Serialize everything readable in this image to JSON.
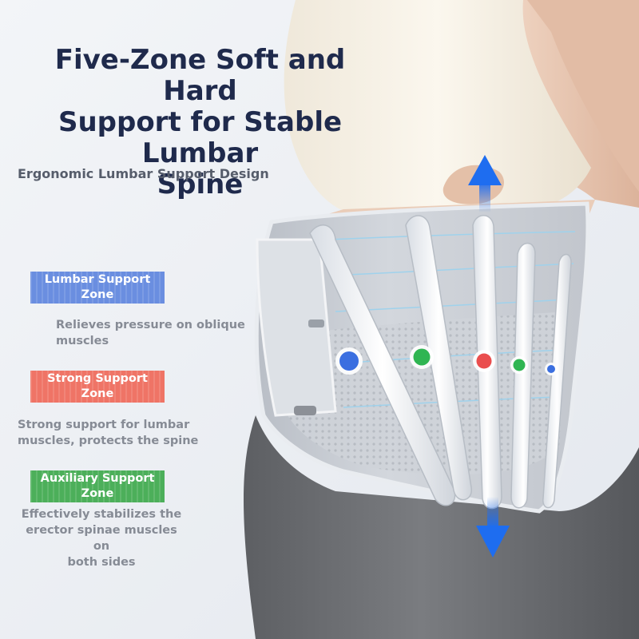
{
  "headline": {
    "line1": "Five-Zone Soft and Hard",
    "line2": "Support for Stable Lumbar",
    "line3": "Spine"
  },
  "subtitle": "Ergonomic Lumbar Support Design",
  "zones": [
    {
      "label_line1": "Lumbar Support",
      "label_line2": "Zone",
      "color": "#6a8ee0",
      "desc_line1": "Relieves pressure on oblique",
      "desc_line2": "muscles",
      "desc_line3": ""
    },
    {
      "label_line1": "Strong Support",
      "label_line2": "Zone",
      "color": "#ef7466",
      "desc_line1": "Strong support for lumbar",
      "desc_line2": "muscles, protects the spine",
      "desc_line3": ""
    },
    {
      "label_line1": "Auxiliary Support",
      "label_line2": "Zone",
      "color": "#4caf5a",
      "desc_line1": "Effectively stabilizes the",
      "desc_line2": "erector spinae muscles on",
      "desc_line3": "both sides"
    }
  ],
  "dot_colors": [
    "#3b6fe0",
    "#2fb552",
    "#ea4e4e",
    "#2fb552",
    "#3b6fe0"
  ],
  "arrow_color": "#1e6df0"
}
